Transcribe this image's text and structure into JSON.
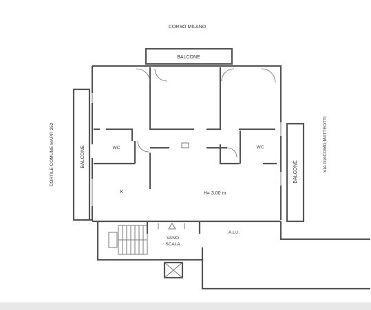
{
  "labels": {
    "street_north": "CORSO MILANO",
    "balcony_north": "BALCONE",
    "balcony_west": "BALCONE",
    "balcony_east": "BALCONE",
    "courtyard_west": "CORTILE COMUNE MAPP. 352",
    "street_east": "VIA GIACOMO MATTEOTTI",
    "wc_left": "WC",
    "wc_right": "WC",
    "kitchen": "K",
    "ceiling_height": "H= 3.00 m",
    "stair_line1": "VANO",
    "stair_line2": "SCALA",
    "aui": "A.U.I."
  },
  "colors": {
    "wall": "#555555",
    "text": "#333333",
    "floor_strip": "#e8e8e8"
  }
}
